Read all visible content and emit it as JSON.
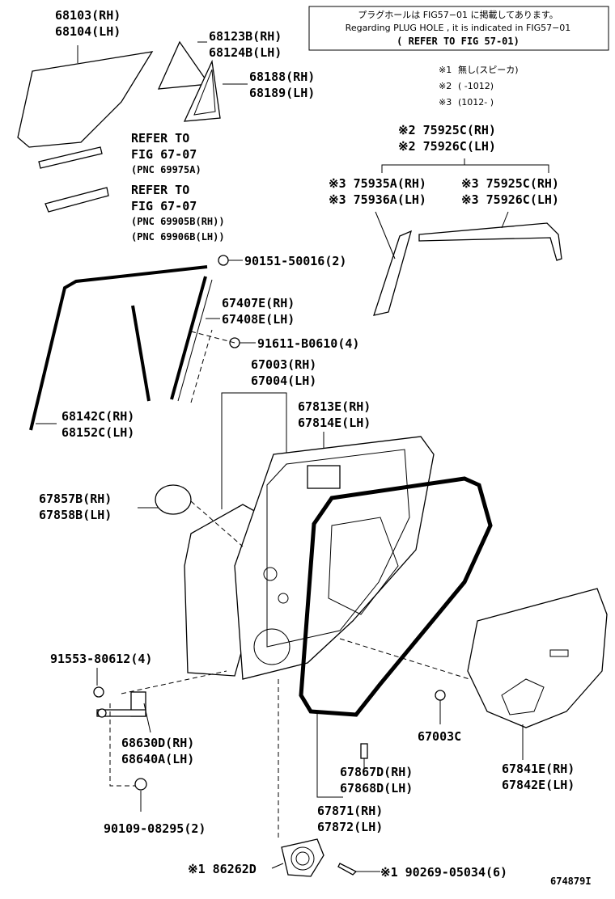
{
  "notice": {
    "jp": "プラグホールは FIG57−01 に掲載してあります。",
    "en": "Regarding PLUG HOLE , it is indicated in FIG57−01",
    "refer": "( REFER TO FIG 57-01)"
  },
  "footnotes": [
    {
      "mark": "※1",
      "text": "無し(スピーカ)"
    },
    {
      "mark": "※2",
      "text": "(      -1012)"
    },
    {
      "mark": "※3",
      "text": "(1012-      )"
    }
  ],
  "refs": {
    "r1": [
      "REFER TO",
      "FIG 67-07",
      "(PNC 69975A)"
    ],
    "r2": [
      "REFER TO",
      "FIG 67-07",
      "(PNC 69905B(RH))",
      "(PNC 69906B(LH))"
    ]
  },
  "labels": {
    "p68103": [
      "68103(RH)",
      "68104(LH)"
    ],
    "p68123": [
      "68123B(RH)",
      "68124B(LH)"
    ],
    "p68188": [
      "68188(RH)",
      "68189(LH)"
    ],
    "p75925a": [
      "※2 75925C(RH)",
      "※2 75926C(LH)"
    ],
    "p75935": [
      "※3 75935A(RH)",
      "※3 75936A(LH)"
    ],
    "p75925b": [
      "※3 75925C(RH)",
      "※3 75926C(LH)"
    ],
    "p90151": "90151-50016(2)",
    "p67407": [
      "67407E(RH)",
      "67408E(LH)"
    ],
    "p91611": "91611-B0610(4)",
    "p67003": [
      "67003(RH)",
      "67004(LH)"
    ],
    "p67813": [
      "67813E(RH)",
      "67814E(LH)"
    ],
    "p68142": [
      "68142C(RH)",
      "68152C(LH)"
    ],
    "p67857": [
      "67857B(RH)",
      "67858B(LH)"
    ],
    "p91553": "91553-80612(4)",
    "p68630": [
      "68630D(RH)",
      "68640A(LH)"
    ],
    "p67003c": "67003C",
    "p67867": [
      "67867D(RH)",
      "67868D(LH)"
    ],
    "p67871": [
      "67871(RH)",
      "67872(LH)"
    ],
    "p67841": [
      "67841E(RH)",
      "67842E(LH)"
    ],
    "p90109": "90109-08295(2)",
    "p86262": "※1 86262D",
    "p90269": "※1 90269-05034(6)"
  },
  "figure_id": "674879I"
}
